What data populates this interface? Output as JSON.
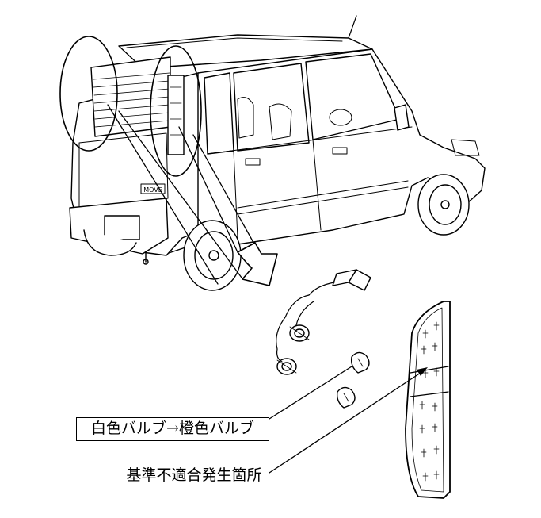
{
  "callouts": {
    "bulb_change": "白色バルブ→橙色バルブ",
    "nonconformity_location": "基準不適合発生箇所"
  },
  "vehicle": {
    "badge_text": "MOVE"
  }
}
